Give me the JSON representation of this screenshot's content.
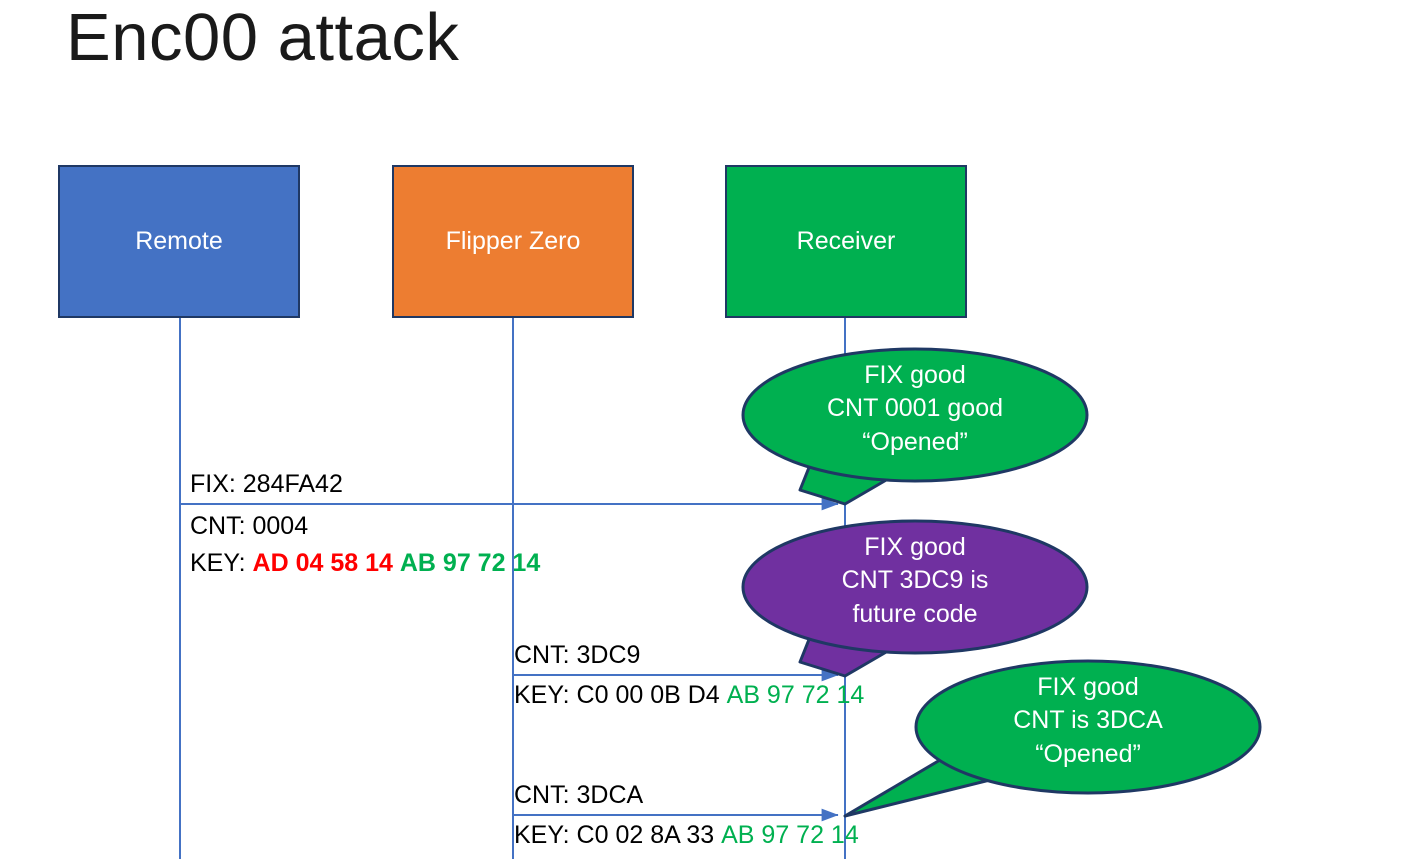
{
  "slide": {
    "title": "Enc00 attack",
    "background": "#FFFFFF"
  },
  "colors": {
    "remote_blue": "#4472C4",
    "flipper_orange": "#ED7D31",
    "receiver_green": "#00B050",
    "bubble_purple": "#7030A0",
    "outline_navy": "#1F3864",
    "arrow_blue": "#4472C4",
    "key_red": "#FF0000",
    "key_green": "#00B050",
    "text_black": "#000000"
  },
  "actors": [
    {
      "id": "remote",
      "label": "Remote",
      "color": "#4472C4"
    },
    {
      "id": "flipper",
      "label": "Flipper Zero",
      "color": "#ED7D31"
    },
    {
      "id": "receiver",
      "label": "Receiver",
      "color": "#00B050"
    }
  ],
  "messages": [
    {
      "id": "msg-1",
      "from": "remote",
      "to": "receiver",
      "line_above": "FIX: 284FA42",
      "line_below_1": "CNT: 0004",
      "key_prefix": "KEY: ",
      "key_first_half": "AD 04 58 14",
      "key_second_half": "AB 97 72 14",
      "first_half_color": "#FF0000",
      "second_half_color": "#00B050"
    },
    {
      "id": "msg-2",
      "from": "flipper",
      "to": "receiver",
      "line_above": "CNT: 3DC9",
      "key_prefix": "KEY: ",
      "key_first_half": "C0 00 0B D4",
      "key_second_half": "AB 97 72 14",
      "first_half_color": "#000000",
      "second_half_color": "#00B050"
    },
    {
      "id": "msg-3",
      "from": "flipper",
      "to": "receiver",
      "line_above": "CNT: 3DCA",
      "key_prefix": "KEY: ",
      "key_first_half": "C0 02 8A 33",
      "key_second_half": "AB 97 72 14",
      "first_half_color": "#000000",
      "second_half_color": "#00B050"
    }
  ],
  "callouts": [
    {
      "id": "callout-1",
      "fill": "#00B050",
      "lines": [
        "FIX good",
        "CNT 0001 good",
        "“Opened”"
      ]
    },
    {
      "id": "callout-2",
      "fill": "#7030A0",
      "lines": [
        "FIX good",
        "CNT 3DC9 is",
        "future code"
      ]
    },
    {
      "id": "callout-3",
      "fill": "#00B050",
      "lines": [
        "FIX good",
        "CNT is 3DCA",
        "“Opened”"
      ]
    }
  ]
}
